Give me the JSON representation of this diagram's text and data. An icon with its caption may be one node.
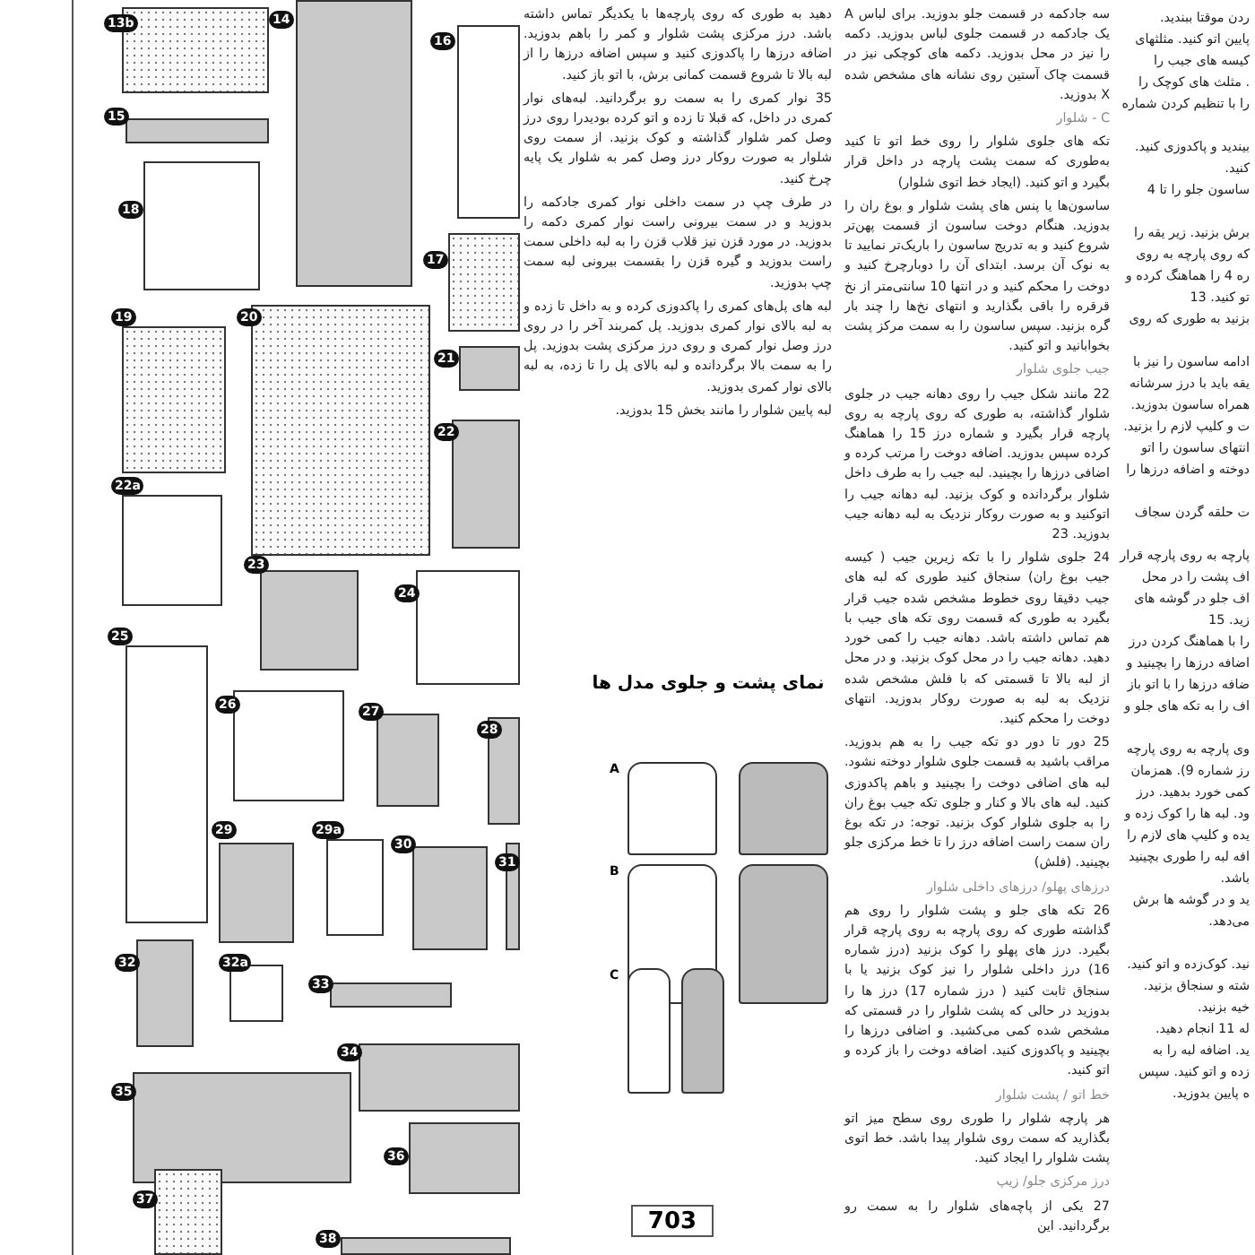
{
  "diagram": {
    "labels": [
      "13b",
      "14",
      "15",
      "16",
      "17",
      "18",
      "19",
      "20",
      "21",
      "22",
      "22a",
      "23",
      "24",
      "25",
      "26",
      "27",
      "28",
      "29",
      "29a",
      "30",
      "31",
      "32",
      "32a",
      "33",
      "34",
      "35",
      "36",
      "37",
      "38",
      "نمای پشت و جلوی مدل ها",
      "A",
      "B",
      "C",
      "703",
      "دهید به طوری که روی پارچه‌ها با یکدیگر تماس داشته باشد. درز مرکزی پشت شلوار و کمر را باهم بدوزید. اضافه درزها را پاکدوزی کنید و سپس اضافه درزها را از لبه بالا تا شروع قسمت کمانی برش، با اتو باز کنید.",
      "35 نوار کمری را به سمت رو برگردانید. لبه‌های نوار کمری در داخل، که قبلا تا زده و اتو کرده بودید‌را روی درز وصل کمر شلوار گذاشته و کوک بزنید. از سمت روی شلوار به صورت روکار درز وصل کمر به شلوار یک پایه چرخ کنید.",
      "در طرف چپ در سمت داخلی نوار کمری جادکمه را بدوزید و در سمت بیرونی راست نوار کمری دکمه را بدوزید. در مورد قزن نیز قلاب قزن را به لبه داخلی سمت راست بدوزید و گیره قزن را بقسمت بیرونی لبه سمت چپ بدوزید.",
      "لبه های پل‌های کمری را پاکدوزی کرده و به داخل تا زده و به لبه بالای نوار کمری بدوزید. پل کمربند آخر را در روی درز وصل نوار کمری و روی درز مرکزی پشت بدوزید. پل را به سمت بالا برگردانده و لبه بالای پل را تا زده، به لبه بالای نوار کمری بدوزید.",
      "لبه پایین شلوار را مانند بخش 15 بدوزید.",
      "سه جادکمه در قسمت جلو بدوزید. برای لباس A یک جادکمه در قسمت جلوی لباس بدوزید. دکمه را نیز در محل بدوزید. دکمه های کوچکی نیز در قسمت چاک آستین روی نشانه های مشخص شده X بدوزید.",
      "C - شلوار",
      "تکه های جلوی شلوار را روی خط اتو تا کنید به‌طوری که سمت پشت پارچه در داخل قرار بگیرد و اتو کنید. (ایجاد خط اتوی شلوار)",
      "ساسون‌ها یا پنس های پشت شلوار و بوغ ران را بدوزید. هنگام دوخت ساسون از قسمت پهن‌تر شروع کنید و به تدریج ساسون را باریک‌تر نمایید تا به نوک آن برسد. ابتدای آن را دوبارچرخ کنید و دوخت را محکم کنید و در انتها 10 سانتی‌متر از نخ قرقره را باقی بگذارید و انتهای نخ‌ها را چند بار گره بزنید. سپس ساسون را به سمت مرکز پشت بخوابانید و اتو کنید.",
      "جیب جلوی شلوار",
      "22 مانند شکل جیب را روی دهانه جیب در جلوی شلوار گذاشته، به طوری که روی پارچه به روی پارچه قرار بگیرد و شماره درز 15 را هماهنگ کرده سپس بدوزید. اضافه دوخت را مرتب کرده و اضافی درزها را بچینید. لبه جیب را به طرف داخل شلوار برگردانده و کوک بزنید. لبه دهانه جیب را اتوکنید و به صورت روکار نزدیک به لبه دهانه جیب بدوزید. 23",
      "24 جلوی شلوار را با تکه زیرین جیب ( کیسه جیب بوغ ران) سنجاق کنید طوری که لبه های جیب دقیقا روی خطوط مشخص شده جیب قرار بگیرد به طوری که قسمت روی تکه های جیب با هم تماس داشته باشد. دهانه جیب را کمی خورد دهید. دهانه جیب را در محل کوک بزنید. و در محل از لبه بالا تا قسمتی که با فلش مشخص شده نزدیک به لبه به صورت روکار بدوزید. انتهای دوخت را محکم کنید.",
      "25 دور تا دور دو تکه جیب را به هم بدوزید. مراقب باشید به قسمت جلوی شلوار دوخته نشود. لبه های اضافی دوخت را بچینید و باهم پاکدوزی کنید. لبه های بالا و کنار و جلوی تکه جیب بوغ ران را به جلوی شلوار کوک بزنید. توجه: در تکه بوغ ران سمت راست اضافه درز را تا خط مرکزی جلو بچینید. (فلش)",
      "درزهای پهلو/ درزهای داخلی شلوار",
      "26 تکه های جلو و پشت شلوار را روی هم گذاشته طوری که روی پارچه به روی پارچه قرار بگیرد. درز های پهلو را کوک بزنید (درز شماره 16) درز داخلی شلوار را نیز کوک بزنید یا با سنجاق ثابت کنید ( درز شماره 17) درز ها را بدوزید در حالی که پشت شلوار را در قسمتی که مشخص شده کمی می‌کشید. و اضافی درزها را بچینید و پاکدوزی کنید. اضافه دوخت را باز کرده و اتو کنید.",
      "خط اتو / پشت شلوار",
      "هر پارچه شلوار را طوری روی سطح میز اتو بگذارید که سمت روی شلوار پیدا باشد. خط اتوی پشت شلوار را ایجاد کنید.",
      "درز مرکزی جلو/ زیپ",
      "27 یکی از پاچه‌های شلوار را به سمت رو برگردانید. این",
      "ردن موقتا ببندید.",
      "پایین اتو کنید. مثلثهای",
      "کیسه های جیب را",
      ". مثلث های کوچک را",
      "را با تنظیم کردن شماره",
      "بیندید و پاکدوزی کنید.",
      "کنید.",
      "ساسون جلو را تا 4",
      "برش بزنید. زیر یقه را",
      "که روی پارچه به روی",
      "ره 4 را هماهنگ کرده و",
      "تو کنید. 13",
      "بزنید به طوری که روی",
      "ادامه ساسون را نیز با",
      "یقه باید با درز سرشانه",
      "همراه ساسون بدوزید.",
      "ت و کلیپ لازم را بزنید.",
      "انتهای ساسون را اتو",
      "دوخته و اضافه درزها را",
      "ت حلقه گردن سجاف",
      "پارچه به روی پارچه قرار",
      "اف پشت را در محل",
      "اف جلو در گوشه های",
      "زید. 15",
      "را با هماهنگ کردن درز",
      "اضافه درزها را بچینید و",
      "ضافه درزها را با اتو باز",
      "اف را به تکه های جلو و",
      "وی پارچه به روی پارچه",
      "رز شماره 9). همزمان",
      "کمی خورد بدهید. درز",
      "ود. لبه ها را کوک زده و",
      "یده و کلیپ های لازم را",
      "افه لبه را طوری بچینید",
      "باشد.",
      "ید و در گوشه ها برش",
      "می‌دهد.",
      "نید. کوک‌زده و اتو کنید.",
      "شته و سنجاق بزنید.",
      "خیه بزنید.",
      "له 11 انجام دهید.",
      "ید. اضافه لبه را به",
      "زده و اتو کنید. سپس",
      "ه پایین بدوزید."
    ]
  }
}
